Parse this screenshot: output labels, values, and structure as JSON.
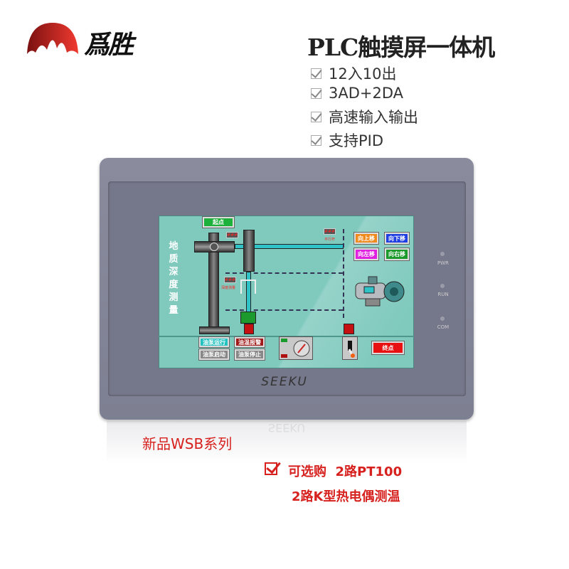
{
  "brand": {
    "name": "爲胜",
    "logo": "red-mountain-logo"
  },
  "title": "PLC触摸屏一体机",
  "features": [
    "12入10出",
    "3AD+2DA",
    "高速输入输出",
    "支持PID"
  ],
  "device": {
    "brand_label": "SEEKU",
    "leds": [
      "PWR",
      "RUN",
      "COM"
    ],
    "screen": {
      "side_title": "地质深度测量",
      "start_button": "起点",
      "end_button": "终点",
      "counter_placeholder": "###",
      "parallel_label": "平行杆",
      "depth_label": "深度测量",
      "move_buttons": [
        {
          "label": "向上移",
          "color": "#f08a1c"
        },
        {
          "label": "向下移",
          "color": "#1f3fe0"
        },
        {
          "label": "向左移",
          "color": "#e020e0"
        },
        {
          "label": "向右移",
          "color": "#1a9a2a"
        }
      ],
      "pump_buttons": [
        {
          "label": "油泵运行",
          "color": "#22c2c0"
        },
        {
          "label": "油温报警",
          "color": "#a01818"
        },
        {
          "label": "油泵启动",
          "color": "#888888"
        },
        {
          "label": "油泵停止",
          "color": "#888888"
        }
      ]
    }
  },
  "series_label": "新品WSB系列",
  "options": [
    "可选购  2路PT100",
    "2路K型热电偶测温"
  ],
  "colors": {
    "accent": "#d6211e",
    "screen": "#7fc9bd",
    "body": "#838597"
  }
}
